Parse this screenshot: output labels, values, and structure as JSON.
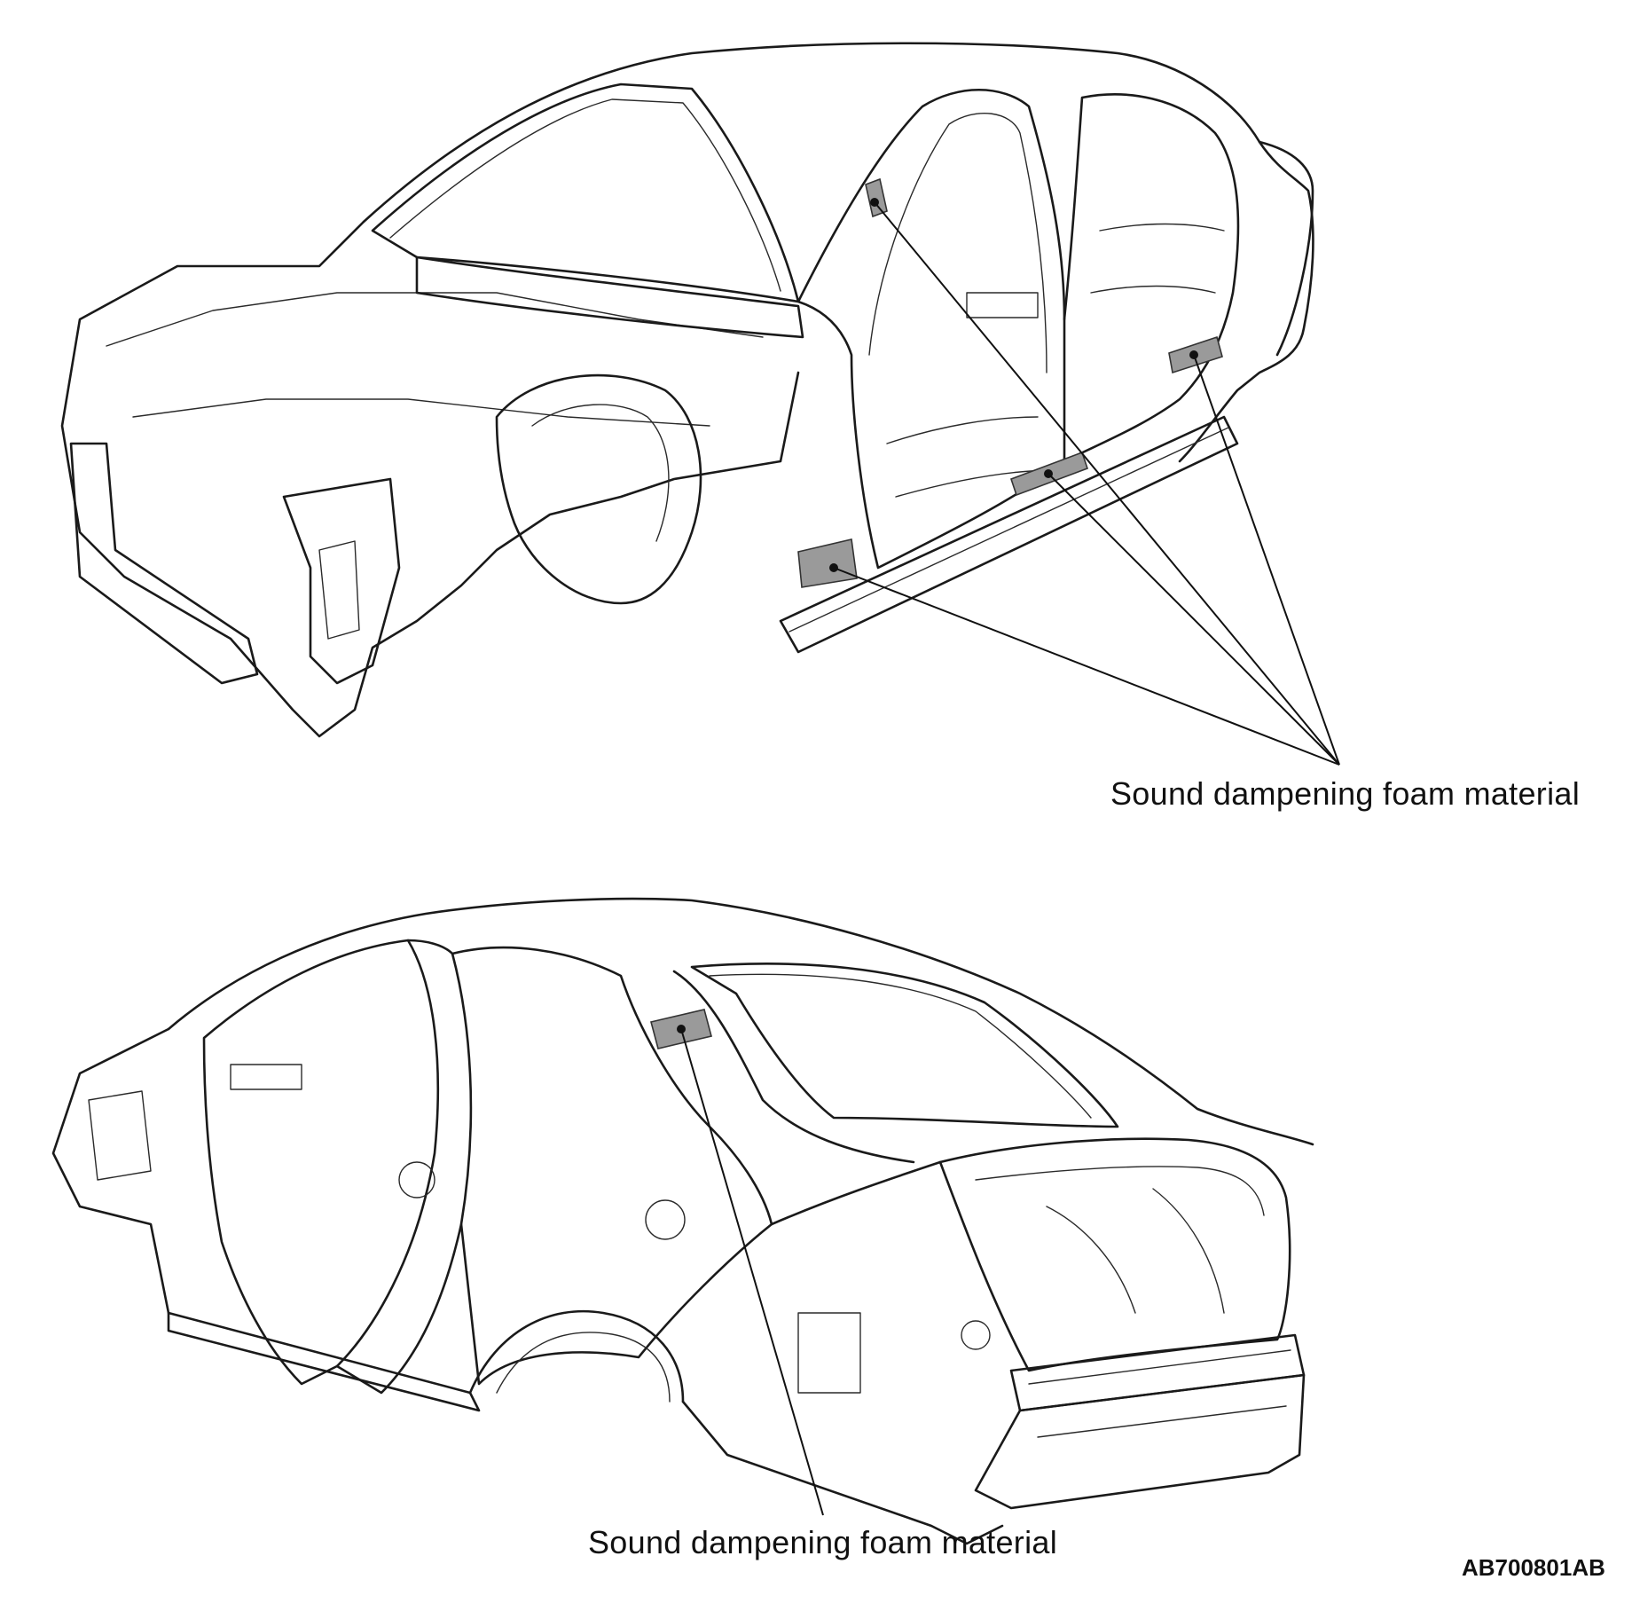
{
  "callouts": {
    "top_label": "Sound dampening foam material",
    "bottom_label": "Sound dampening foam material"
  },
  "figure_id": "AB700801AB",
  "colors": {
    "line": "#1a1a1a",
    "foam": "#9a9a9a",
    "background": "#ffffff"
  }
}
